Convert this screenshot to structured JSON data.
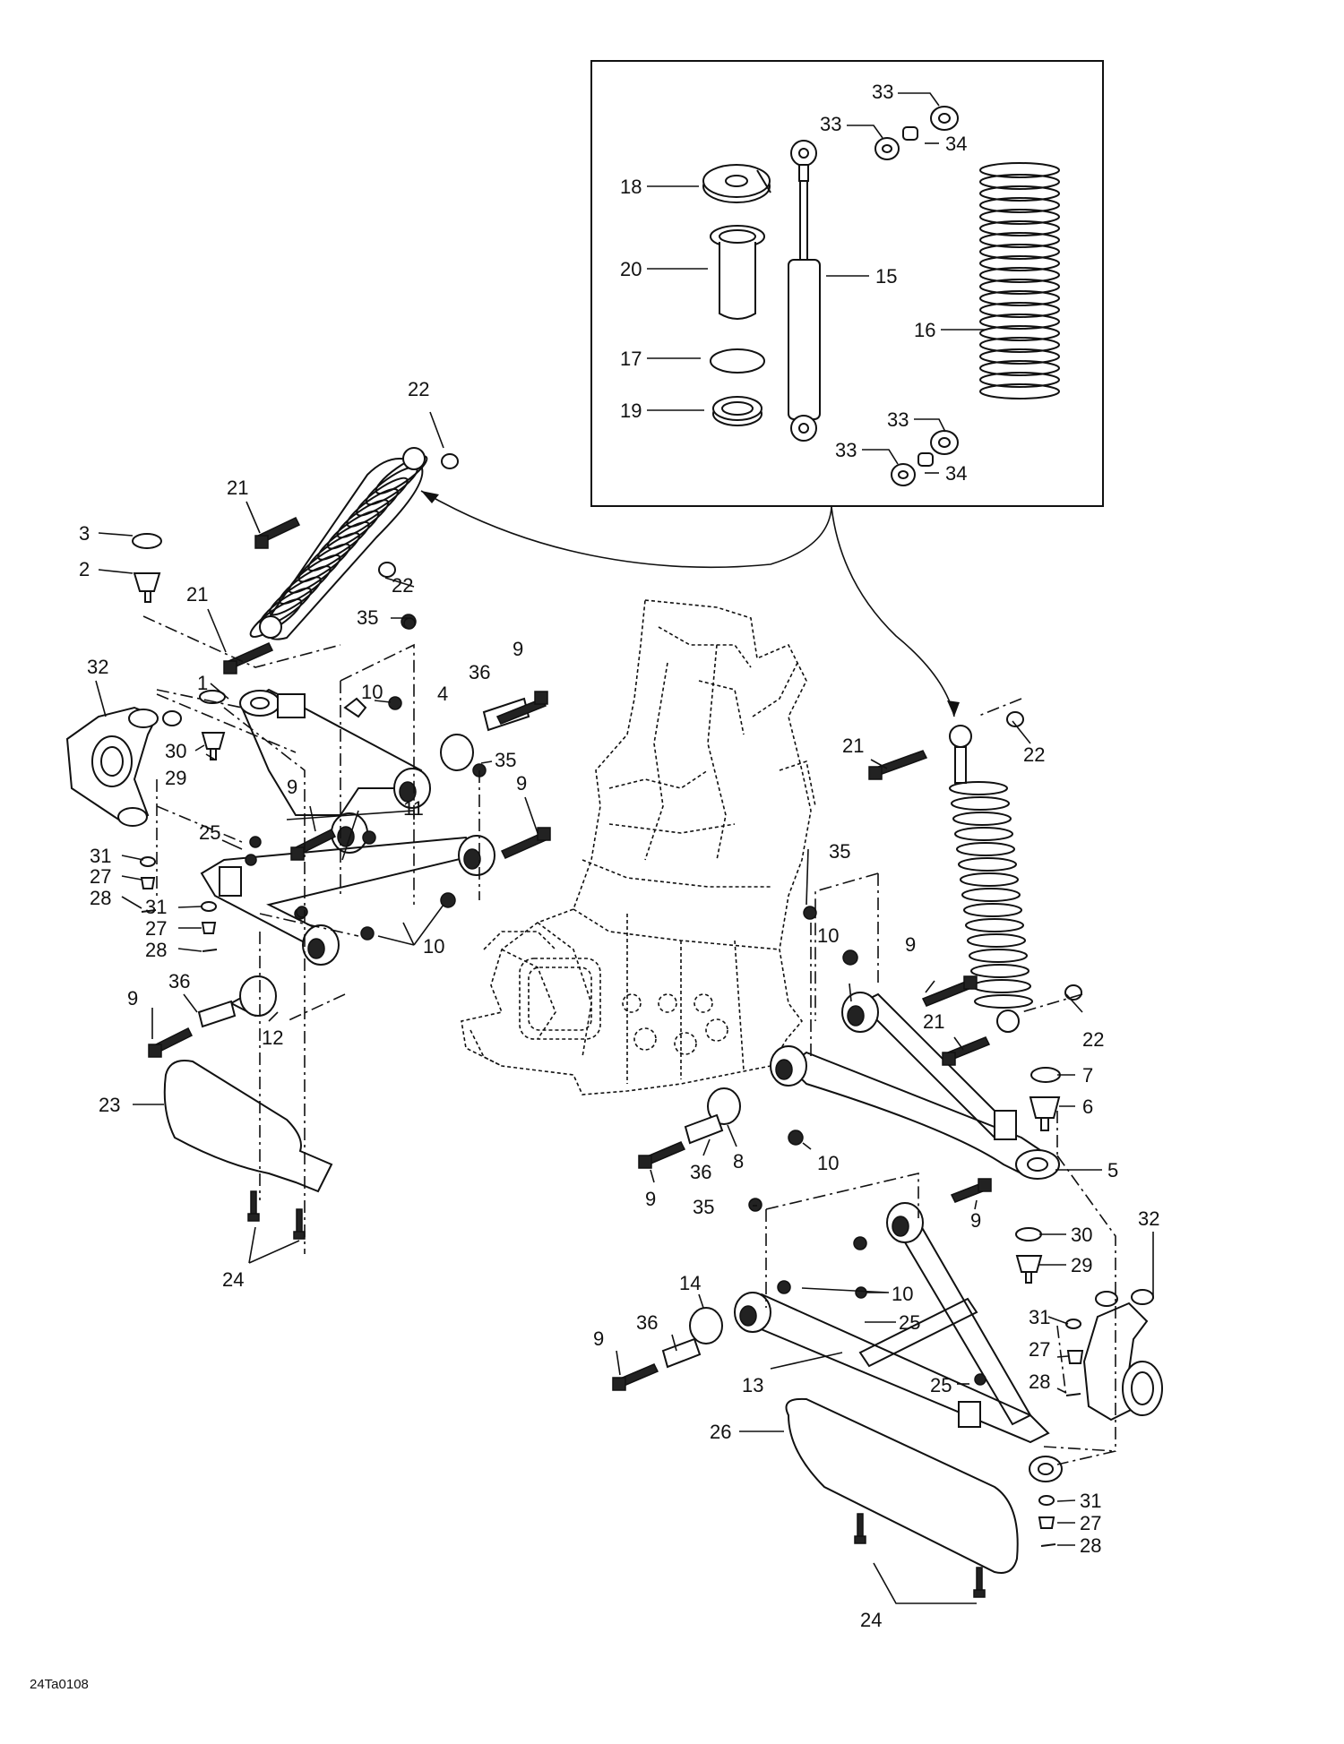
{
  "diagram": {
    "code": "24Ta0108",
    "inset_labels": [
      "33",
      "33",
      "34",
      "18",
      "15",
      "20",
      "16",
      "17",
      "19",
      "33",
      "33",
      "34"
    ],
    "labels": {
      "l22a": "22",
      "l21a": "21",
      "l3": "3",
      "l2": "2",
      "l21b": "21",
      "l22b": "22",
      "l35a": "35",
      "l32a": "32",
      "l1": "1",
      "l10a": "10",
      "l4": "4",
      "l36a": "36",
      "l9a": "9",
      "l30a": "30",
      "l35b": "35",
      "l29a": "29",
      "l9b": "9",
      "l11": "11",
      "l9c": "9",
      "l25a": "25",
      "l31a": "31",
      "l27a": "27",
      "l28a": "28",
      "l31b": "31",
      "l27b": "27",
      "l28b": "28",
      "l10b": "10",
      "l36b": "36",
      "l9d": "9",
      "l12": "12",
      "l23": "23",
      "l24a": "24",
      "l21c": "21",
      "l22c": "22",
      "l35c": "35",
      "l10c": "10",
      "l9e": "9",
      "l21d": "21",
      "l22d": "22",
      "l7": "7",
      "l6": "6",
      "l36c": "36",
      "l8": "8",
      "l10d": "10",
      "l5": "5",
      "l9f": "9",
      "l35d": "35",
      "l9g": "9",
      "l30b": "30",
      "l32b": "32",
      "l29b": "29",
      "l10e": "10",
      "l14": "14",
      "l36d": "36",
      "l25b": "25",
      "l31c": "31",
      "l9h": "9",
      "l27c": "27",
      "l28c": "28",
      "l13": "13",
      "l25c": "25",
      "l26": "26",
      "l31d": "31",
      "l27d": "27",
      "l28d": "28",
      "l24b": "24"
    }
  }
}
